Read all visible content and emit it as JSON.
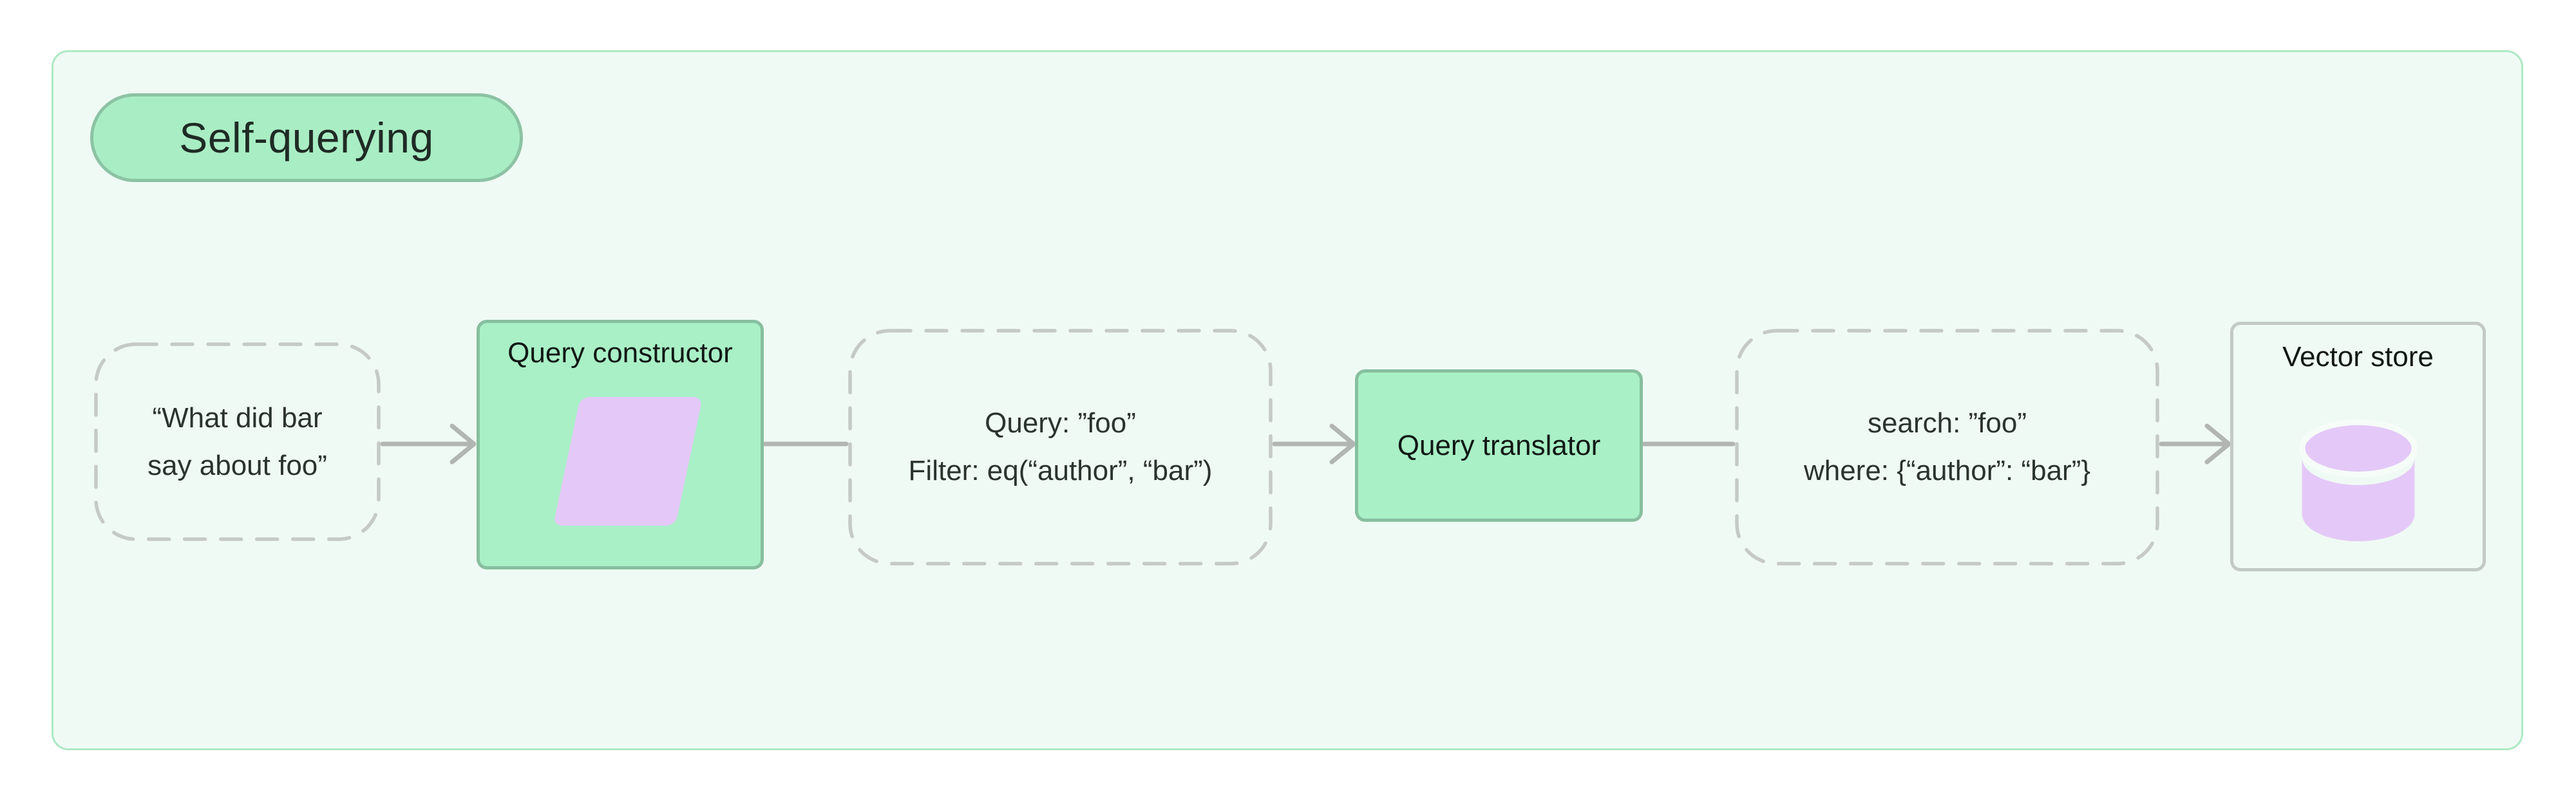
{
  "title_badge": {
    "label": "Self-querying"
  },
  "nodes": {
    "input_query": {
      "line1": "“What did bar",
      "line2": "say about foo”"
    },
    "query_constructor": {
      "label": "Query constructor",
      "icon": "parallelogram-icon"
    },
    "structured_query": {
      "line1": "Query: ”foo”",
      "line2": "Filter: eq(“author”, “bar”)"
    },
    "query_translator": {
      "label": "Query translator"
    },
    "translated_query": {
      "line1": "search: ”foo”",
      "line2": "where: {“author”: “bar”}"
    },
    "vector_store": {
      "label": "Vector store",
      "icon": "database-cylinder-icon"
    }
  },
  "colors": {
    "page_background": "#ffffff",
    "panel_background": "#f0faf4",
    "panel_border": "#aee9c4",
    "badge_fill": "#a9edc4",
    "badge_border": "#8cc3a4",
    "node_green_fill": "#a9f0c6",
    "node_green_border": "#87bf9f",
    "purple_shape": "#e4c9f8",
    "dashed_border": "#c6cac6",
    "connector": "#b2b6b2",
    "vector_store_border": "#c3cac5",
    "text": "#2b332d"
  }
}
